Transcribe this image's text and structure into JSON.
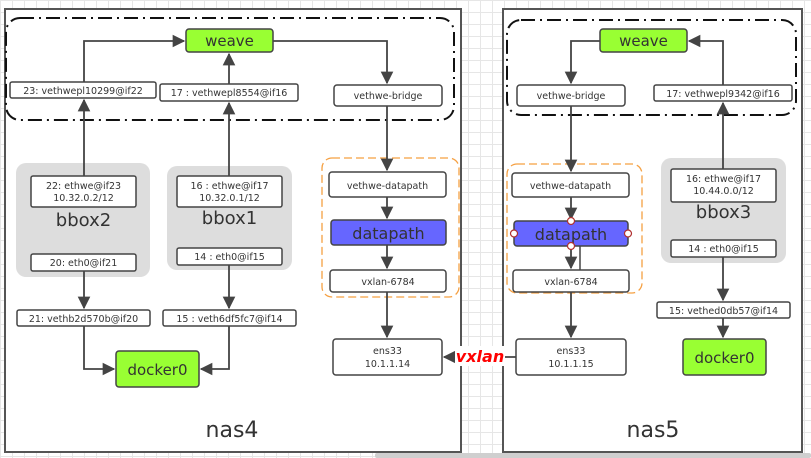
{
  "colors": {
    "green_node": "#99ff33",
    "datapath_node": "#6666ff",
    "container_bg": "#dddddd",
    "line": "#444444",
    "vxlan_label": "#ff0000",
    "dashed_group": "#f5a042",
    "handle": "#b03030"
  },
  "hosts": [
    {
      "name": "nas4",
      "weave": "weave",
      "veth_left": "23: vethwepl10299@if22",
      "veth_mid": "17 : vethwepl8554@if16",
      "bridge": "vethwe-bridge",
      "datapath_group": {
        "vethwe_datapath": "vethwe-datapath",
        "datapath": "datapath",
        "vxlan": "vxlan-6784"
      },
      "ens33": {
        "name": "ens33",
        "ip": "10.1.1.14"
      },
      "containers": [
        {
          "name": "bbox2",
          "ethwe_line1": "22: ethwe@if23",
          "ethwe_line2": "10.32.0.2/12",
          "eth0": "20: eth0@if21",
          "host_veth": "21: vethb2d570b@if20"
        },
        {
          "name": "bbox1",
          "ethwe_line1": "16 : ethwe@if17",
          "ethwe_line2": "10.32.0.1/12",
          "eth0": "14 : eth0@if15",
          "host_veth": "15 : veth6df5fc7@if14"
        }
      ],
      "docker0": "docker0"
    },
    {
      "name": "nas5",
      "weave": "weave",
      "veth_right": "17: vethwepl9342@if16",
      "bridge": "vethwe-bridge",
      "datapath_group": {
        "vethwe_datapath": "vethwe-datapath",
        "datapath": "datapath",
        "vxlan": "vxlan-6784"
      },
      "ens33": {
        "name": "ens33",
        "ip": "10.1.1.15"
      },
      "containers": [
        {
          "name": "bbox3",
          "ethwe_line1": "16: ethwe@if17",
          "ethwe_line2": "10.44.0.0/12",
          "eth0": "14 : eth0@if15",
          "host_veth": "15: vethed0db57@if14"
        }
      ],
      "docker0": "docker0"
    }
  ],
  "tunnel_label": "vxlan"
}
